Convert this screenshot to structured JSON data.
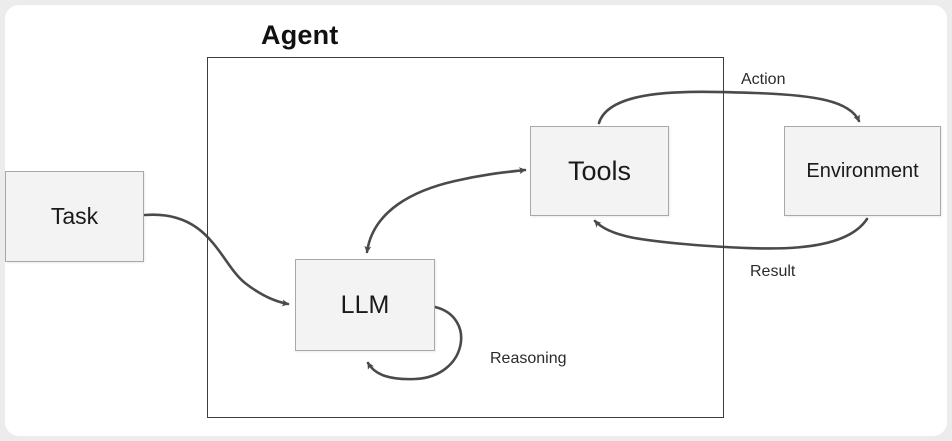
{
  "diagram": {
    "container": {
      "title": "Agent"
    },
    "nodes": {
      "task": {
        "label": "Task"
      },
      "llm": {
        "label": "LLM"
      },
      "tools": {
        "label": "Tools"
      },
      "environment": {
        "label": "Environment"
      }
    },
    "edges": {
      "task_to_llm": {
        "from": "Task",
        "to": "LLM",
        "label": ""
      },
      "llm_tools": {
        "from": "LLM",
        "to": "Tools",
        "direction": "bidirectional",
        "label": ""
      },
      "action": {
        "from": "Tools",
        "to": "Environment",
        "label": "Action"
      },
      "result": {
        "from": "Environment",
        "to": "Tools",
        "label": "Result"
      },
      "reasoning": {
        "from": "LLM",
        "to": "LLM",
        "label": "Reasoning"
      }
    }
  }
}
